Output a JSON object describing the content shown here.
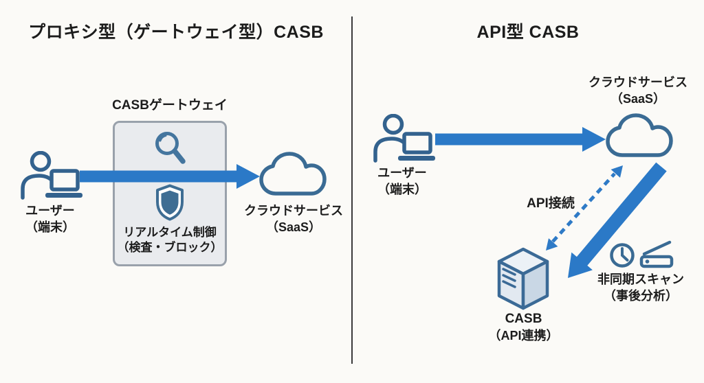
{
  "panels": {
    "left": {
      "title": "プロキシ型（ゲートウェイ型）CASB",
      "gateway": {
        "label": "CASBゲートウェイ",
        "line1": "リアルタイム制御",
        "line2": "（検査・ブロック）"
      },
      "user": {
        "line1": "ユーザー",
        "line2": "（端末）"
      },
      "cloud": {
        "line1": "クラウドサービス",
        "line2": "（SaaS）"
      }
    },
    "right": {
      "title": "API型 CASB",
      "user": {
        "line1": "ユーザー",
        "line2": "（端末）"
      },
      "cloud": {
        "line1": "クラウドサービス",
        "line2": "（SaaS）"
      },
      "api_label": "API接続",
      "async": {
        "line1": "非同期スキャン",
        "line2": "（事後分析）"
      },
      "casb": {
        "line1": "CASB",
        "line2": "（API連携）"
      }
    }
  },
  "icons": {
    "left": [
      "user-laptop-icon",
      "magnifier-icon",
      "shield-icon",
      "cloud-icon"
    ],
    "right": [
      "user-laptop-icon",
      "cloud-icon",
      "server-icon",
      "clock-icon",
      "scanner-icon"
    ]
  },
  "colors": {
    "arrow_blue": "#2b79c7",
    "icon_steel_blue": "#3a6b94",
    "user_icon_blue": "#33628e",
    "gateway_box_fill": "#e9ebee",
    "gateway_box_border": "#99a1ab",
    "background": "#fbfaf7",
    "text": "#1c1c1c",
    "divider": "#3a3a3a"
  }
}
